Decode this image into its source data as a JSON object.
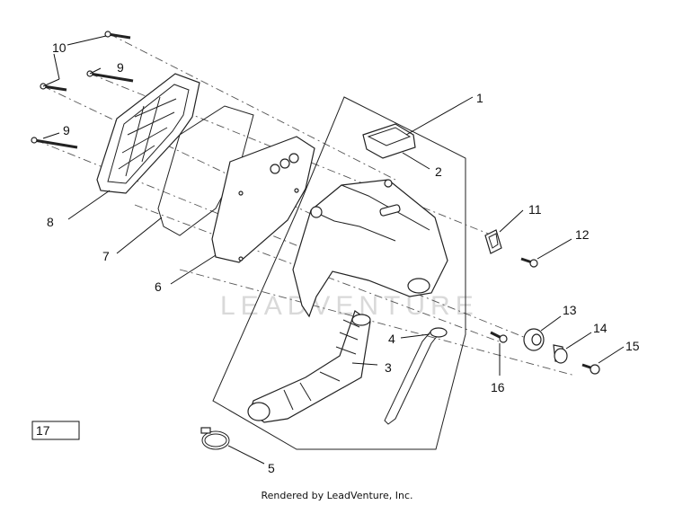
{
  "callouts": {
    "c1": "1",
    "c2": "2",
    "c3": "3",
    "c4": "4",
    "c5": "5",
    "c6": "6",
    "c7": "7",
    "c8": "8",
    "c9a": "9",
    "c9b": "9",
    "c10": "10",
    "c11": "11",
    "c12": "12",
    "c13": "13",
    "c14": "14",
    "c15": "15",
    "c16": "16",
    "c17": "17"
  },
  "watermark": "LEADVENTURE",
  "footer": "Rendered by LeadVenture, Inc.",
  "colors": {
    "line": "#222222",
    "watermark": "#d9d9d9",
    "background": "#ffffff"
  }
}
